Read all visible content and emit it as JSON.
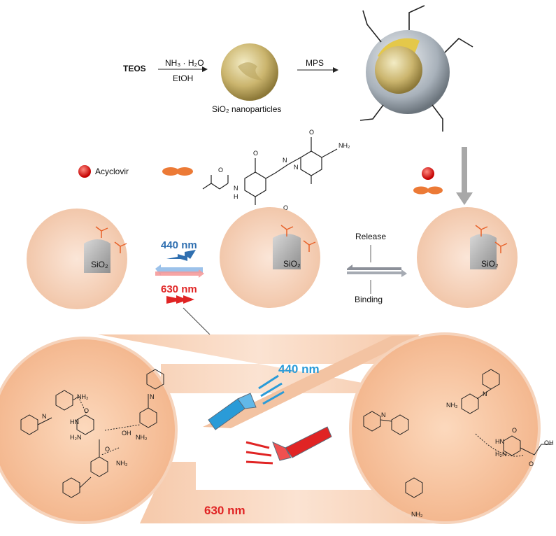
{
  "synthesis": {
    "reactant": "TEOS",
    "step1_reagent_top": "NH₃ · H₂O",
    "step1_reagent_bottom": "EtOH",
    "product1_label": "SiO₂ nanoparticles",
    "step2_reagent": "MPS"
  },
  "legend": {
    "acyclovir_label": "Acyclovir"
  },
  "monomer": {
    "atom_labels": [
      "O",
      "N",
      "H",
      "O",
      "N",
      "N",
      "O",
      "O",
      "NH₂"
    ]
  },
  "middle_row": {
    "core_label": "SiO₂",
    "light_440": "440 nm",
    "light_630": "630 nm",
    "release_label": "Release",
    "binding_label": "Binding"
  },
  "bottom_panel": {
    "light_440": "440 nm",
    "light_630": "630 nm",
    "left_atoms": [
      "NH₂",
      "O",
      "HN",
      "H₂N",
      "N",
      "N",
      "OH",
      "O",
      "NH₂",
      "NH₂"
    ],
    "right_atoms": [
      "NH₂",
      "O",
      "HN",
      "H₂N",
      "N",
      "N",
      "OH",
      "O",
      "NH₂"
    ]
  },
  "colors": {
    "blue_light": "#2f6fb0",
    "red_light": "#e02424",
    "peach": "#f6cdb3",
    "silica_grey": "#9a9a9a",
    "gold": "#d9c98a",
    "cyan_label": "#2a9bd8"
  }
}
